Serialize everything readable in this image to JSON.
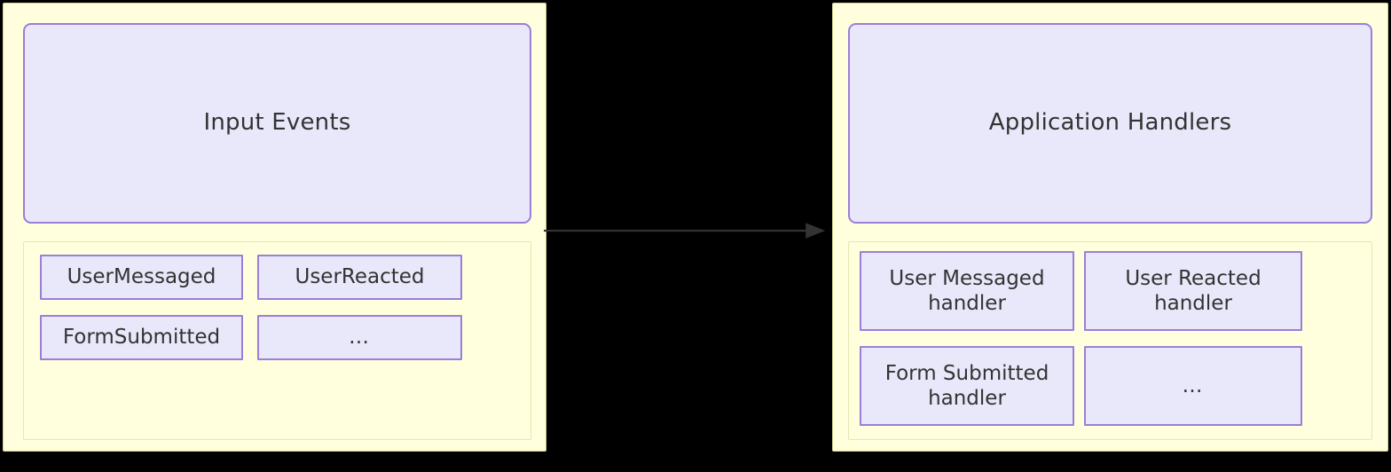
{
  "diagram": {
    "type": "flowchart",
    "direction": "left-to-right",
    "theme": {
      "node_fill": "#e8e8fa",
      "node_border": "#9a7fd8",
      "cluster_fill": "#ffffde",
      "cluster_border": "#d6d68f",
      "subcluster_border": "#e6e6b3",
      "text_color": "#333333",
      "edge_color": "#333333",
      "background": "#000000"
    },
    "edges": [
      {
        "id": "events-to-handlers",
        "from": "Input Events",
        "to": "Application Handlers",
        "style": "solid",
        "arrowhead": "filled-triangle",
        "label": ""
      }
    ]
  },
  "left_cluster": {
    "header": "Input Events",
    "items": [
      {
        "label": "UserMessaged"
      },
      {
        "label": "UserReacted"
      },
      {
        "label": "FormSubmitted"
      },
      {
        "label": "…"
      }
    ]
  },
  "right_cluster": {
    "header": "Application Handlers",
    "items": [
      {
        "line1": "User Messaged",
        "line2": "handler"
      },
      {
        "line1": "User Reacted",
        "line2": "handler"
      },
      {
        "line1": "Form Submitted",
        "line2": "handler"
      },
      {
        "line1": "…",
        "line2": ""
      }
    ]
  }
}
